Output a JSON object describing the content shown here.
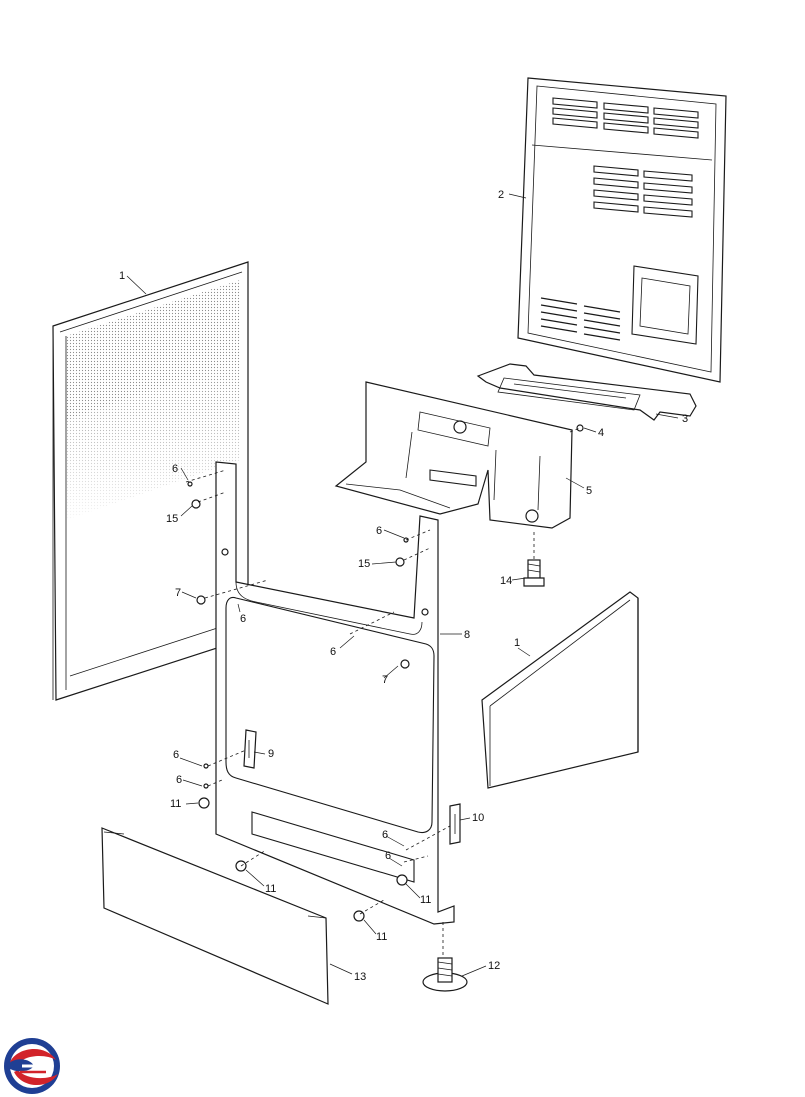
{
  "callouts": {
    "c1a": "1",
    "c1b": "1",
    "c2": "2",
    "c3": "3",
    "c4": "4",
    "c5": "5",
    "c6a": "6",
    "c6b": "6",
    "c6c": "6",
    "c6d": "6",
    "c6e": "6",
    "c6f": "6",
    "c6g": "6",
    "c6h": "6",
    "c7a": "7",
    "c7b": "7",
    "c8": "8",
    "c9": "9",
    "c10": "10",
    "c11a": "11",
    "c11b": "11",
    "c11c": "11",
    "c11d": "11",
    "c12": "12",
    "c13": "13",
    "c14": "14",
    "c15a": "15",
    "c15b": "15"
  },
  "colors": {
    "logo_red": "#d2232a",
    "logo_blue": "#1f3f94",
    "line": "#1a1a1a"
  },
  "logo": {
    "icon": "brand-swirl-icon"
  }
}
